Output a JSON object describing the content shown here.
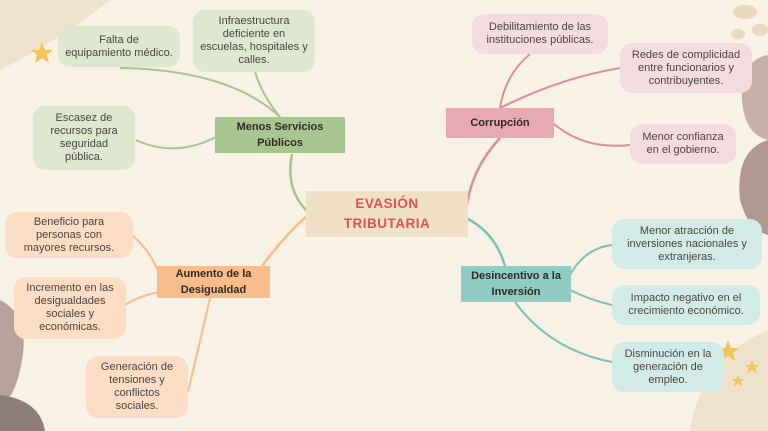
{
  "center": {
    "label": "EVASIÓN\nTRIBUTARIA"
  },
  "branches": {
    "servicios": {
      "label": "Menos Servicios\nPúblicos",
      "color": "#a9c58f",
      "items": [
        "Falta de\nequipamiento médico.",
        "Infraestructura\ndeficiente en\nescuelas, hospitales y\ncalles.",
        "Escasez de\nrecursos para\nseguridad\npública."
      ]
    },
    "corrupcion": {
      "label": "Corrupción",
      "color": "#e8aab2",
      "items": [
        "Debilitamiento de las\ninstituciones públicas.",
        "Redes de complicidad\nentre funcionarios y\ncontribuyentes.",
        "Menor confianza\nen el gobierno."
      ]
    },
    "desigualdad": {
      "label": "Aumento de la\nDesigualdad",
      "color": "#f8bd8a",
      "items": [
        "Beneficio para\npersonas con\nmayores recursos.",
        "Incremento en las\ndesigualdades\nsociales y\neconómicas.",
        "Generación de\ntensiones y\nconflictos\nsociales."
      ]
    },
    "inversion": {
      "label": "Desincentivo a la\nInversión",
      "color": "#8fcdc4",
      "items": [
        "Menor atracción de\ninversiones nacionales y\nextranjeras.",
        "Impacto negativo en el\ncrecimiento económico.",
        "Disminución en la\ngeneración de\nempleo."
      ]
    }
  }
}
